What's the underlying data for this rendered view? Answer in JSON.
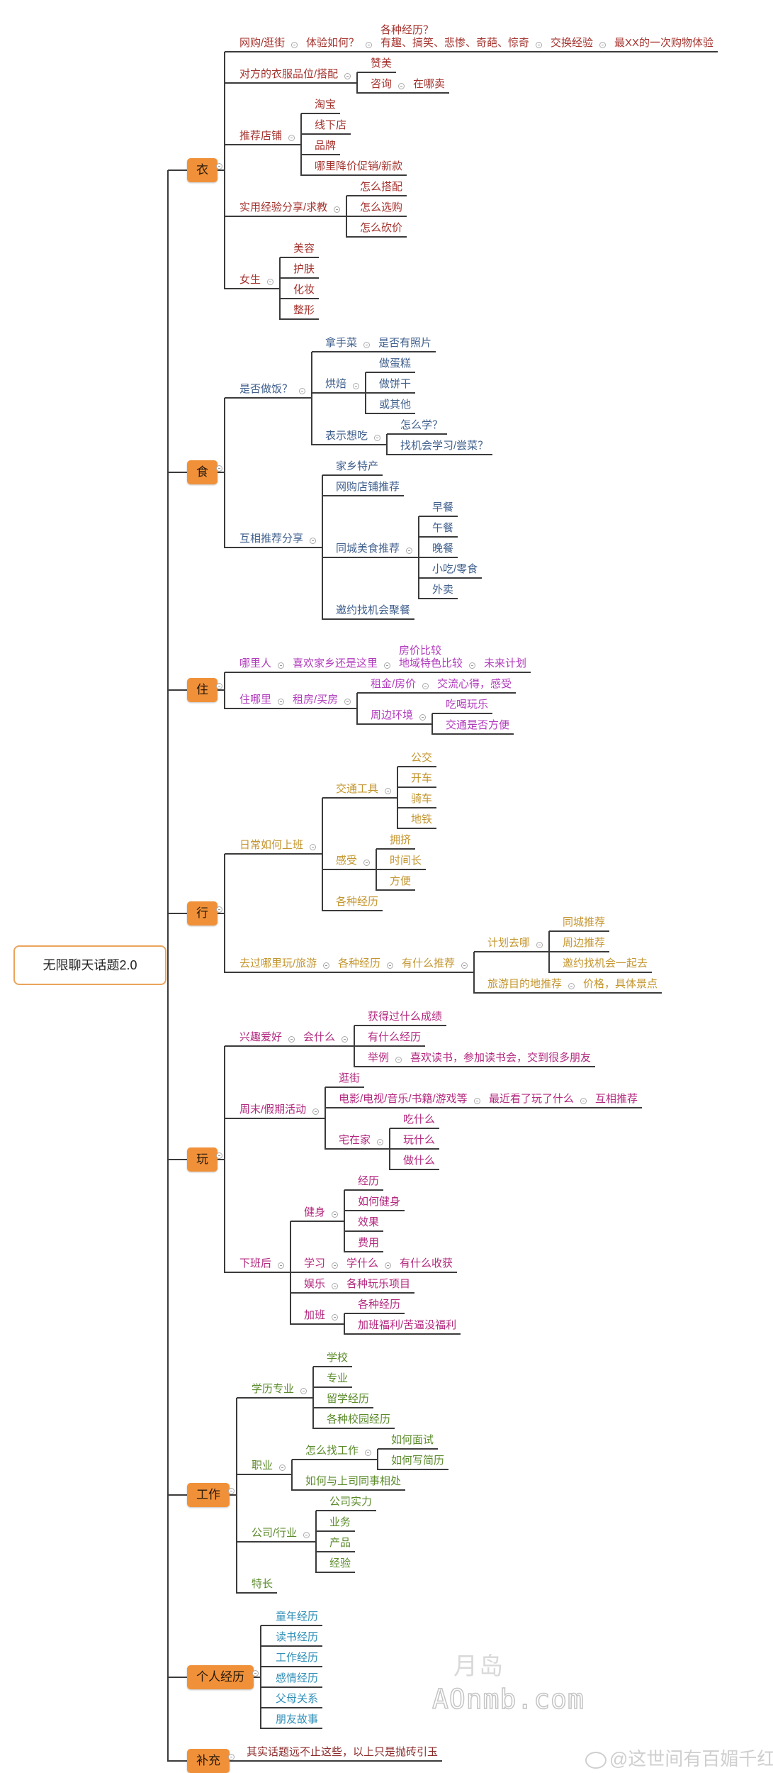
{
  "root": {
    "label": "无限聊天话题2.0"
  },
  "categories": [
    {
      "label": "衣",
      "color": "#a5342f",
      "children": [
        {
          "label": "网购/逛街",
          "children": [
            {
              "label": "体验如何？",
              "children": [
                {
                  "label": "各种经历？\n有趣、搞笑、悲惨、奇葩、惊奇",
                  "children": [
                    {
                      "label": "交换经验",
                      "children": [
                        {
                          "label": "最XX的一次购物体验"
                        }
                      ]
                    }
                  ]
                }
              ]
            }
          ]
        },
        {
          "label": "对方的衣服品位/搭配",
          "children": [
            {
              "label": "赞美"
            },
            {
              "label": "咨询",
              "children": [
                {
                  "label": "在哪卖"
                }
              ]
            }
          ]
        },
        {
          "label": "推荐店铺",
          "children": [
            {
              "label": "淘宝"
            },
            {
              "label": "线下店"
            },
            {
              "label": "品牌"
            },
            {
              "label": "哪里降价促销/新款"
            }
          ]
        },
        {
          "label": "实用经验分享/求教",
          "children": [
            {
              "label": "怎么搭配"
            },
            {
              "label": "怎么选购"
            },
            {
              "label": "怎么砍价"
            }
          ]
        },
        {
          "label": "女生",
          "children": [
            {
              "label": "美容"
            },
            {
              "label": "护肤"
            },
            {
              "label": "化妆"
            },
            {
              "label": "整形"
            }
          ]
        }
      ]
    },
    {
      "label": "食",
      "color": "#3f5f8c",
      "children": [
        {
          "label": "是否做饭？",
          "children": [
            {
              "label": "拿手菜",
              "children": [
                {
                  "label": "是否有照片"
                }
              ]
            },
            {
              "label": "烘焙",
              "children": [
                {
                  "label": "做蛋糕"
                },
                {
                  "label": "做饼干"
                },
                {
                  "label": "或其他"
                }
              ]
            },
            {
              "label": "表示想吃",
              "children": [
                {
                  "label": "怎么学？"
                },
                {
                  "label": "找机会学习/尝菜？"
                }
              ]
            }
          ]
        },
        {
          "label": "互相推荐分享",
          "children": [
            {
              "label": "家乡特产"
            },
            {
              "label": "网购店铺推荐"
            },
            {
              "label": "同城美食推荐",
              "children": [
                {
                  "label": "早餐"
                },
                {
                  "label": "午餐"
                },
                {
                  "label": "晚餐"
                },
                {
                  "label": "小吃/零食"
                },
                {
                  "label": "外卖"
                }
              ]
            },
            {
              "label": "邀约找机会聚餐"
            }
          ]
        }
      ]
    },
    {
      "label": "住",
      "color": "#b23cbd",
      "children": [
        {
          "label": "哪里人",
          "children": [
            {
              "label": "喜欢家乡还是这里",
              "children": [
                {
                  "label": "房价比较\n地域特色比较",
                  "children": [
                    {
                      "label": "未来计划"
                    }
                  ]
                }
              ]
            }
          ]
        },
        {
          "label": "住哪里",
          "children": [
            {
              "label": "租房/买房",
              "children": [
                {
                  "label": "租金/房价",
                  "children": [
                    {
                      "label": "交流心得，感受"
                    }
                  ]
                },
                {
                  "label": "周边环境",
                  "children": [
                    {
                      "label": "吃喝玩乐"
                    },
                    {
                      "label": "交通是否方便"
                    }
                  ]
                }
              ]
            }
          ]
        }
      ]
    },
    {
      "label": "行",
      "color": "#c4962f",
      "children": [
        {
          "label": "日常如何上班",
          "children": [
            {
              "label": "交通工具",
              "children": [
                {
                  "label": "公交"
                },
                {
                  "label": "开车"
                },
                {
                  "label": "骑车"
                },
                {
                  "label": "地铁"
                }
              ]
            },
            {
              "label": "感受",
              "children": [
                {
                  "label": "拥挤"
                },
                {
                  "label": "时间长"
                },
                {
                  "label": "方便"
                }
              ]
            },
            {
              "label": "各种经历"
            }
          ]
        },
        {
          "label": "去过哪里玩/旅游",
          "children": [
            {
              "label": "各种经历",
              "children": [
                {
                  "label": "有什么推荐",
                  "children": [
                    {
                      "label": "计划去哪",
                      "children": [
                        {
                          "label": "同城推荐"
                        },
                        {
                          "label": "周边推荐"
                        },
                        {
                          "label": "邀约找机会一起去"
                        }
                      ]
                    },
                    {
                      "label": "旅游目的地推荐",
                      "children": [
                        {
                          "label": "价格，具体景点"
                        }
                      ]
                    }
                  ]
                }
              ]
            }
          ]
        }
      ]
    },
    {
      "label": "玩",
      "color": "#b3297f",
      "children": [
        {
          "label": "兴趣爱好",
          "children": [
            {
              "label": "会什么",
              "children": [
                {
                  "label": "获得过什么成绩"
                },
                {
                  "label": "有什么经历"
                },
                {
                  "label": "举例",
                  "children": [
                    {
                      "label": "喜欢读书，参加读书会，交到很多朋友"
                    }
                  ]
                }
              ]
            }
          ]
        },
        {
          "label": "周末/假期活动",
          "children": [
            {
              "label": "逛街"
            },
            {
              "label": "电影/电视/音乐/书籍/游戏等",
              "children": [
                {
                  "label": "最近看了玩了什么",
                  "children": [
                    {
                      "label": "互相推荐"
                    }
                  ]
                }
              ]
            },
            {
              "label": "宅在家",
              "children": [
                {
                  "label": "吃什么"
                },
                {
                  "label": "玩什么"
                },
                {
                  "label": "做什么"
                }
              ]
            }
          ]
        },
        {
          "label": "下班后",
          "children": [
            {
              "label": "健身",
              "children": [
                {
                  "label": "经历"
                },
                {
                  "label": "如何健身"
                },
                {
                  "label": "效果"
                },
                {
                  "label": "费用"
                }
              ]
            },
            {
              "label": "学习",
              "children": [
                {
                  "label": "学什么",
                  "children": [
                    {
                      "label": "有什么收获"
                    }
                  ]
                }
              ]
            },
            {
              "label": "娱乐",
              "children": [
                {
                  "label": "各种玩乐项目"
                }
              ]
            },
            {
              "label": "加班",
              "children": [
                {
                  "label": "各种经历"
                },
                {
                  "label": "加班福利/苦逼没福利"
                }
              ]
            }
          ]
        }
      ]
    },
    {
      "label": "工作",
      "color": "#5b8b2b",
      "children": [
        {
          "label": "学历专业",
          "children": [
            {
              "label": "学校"
            },
            {
              "label": "专业"
            },
            {
              "label": "留学经历"
            },
            {
              "label": "各种校园经历"
            }
          ]
        },
        {
          "label": "职业",
          "children": [
            {
              "label": "怎么找工作",
              "children": [
                {
                  "label": "如何面试"
                },
                {
                  "label": "如何写简历"
                }
              ]
            },
            {
              "label": "如何与上司同事相处"
            }
          ]
        },
        {
          "label": "公司/行业",
          "children": [
            {
              "label": "公司实力"
            },
            {
              "label": "业务"
            },
            {
              "label": "产品"
            },
            {
              "label": "经验"
            }
          ]
        },
        {
          "label": "特长"
        }
      ]
    },
    {
      "label": "个人经历",
      "color": "#2f8fb8",
      "children": [
        {
          "label": "童年经历"
        },
        {
          "label": "读书经历"
        },
        {
          "label": "工作经历"
        },
        {
          "label": "感情经历"
        },
        {
          "label": "父母关系"
        },
        {
          "label": "朋友故事"
        }
      ]
    },
    {
      "label": "补充",
      "color": "#8b2b2b",
      "children": [
        {
          "label": "其实话题远不止这些，以上只是抛砖引玉"
        }
      ]
    }
  ],
  "watermarks": {
    "logo": "月岛",
    "site": "AOnmb.com",
    "weibo": "@这世间有百媚千红"
  }
}
